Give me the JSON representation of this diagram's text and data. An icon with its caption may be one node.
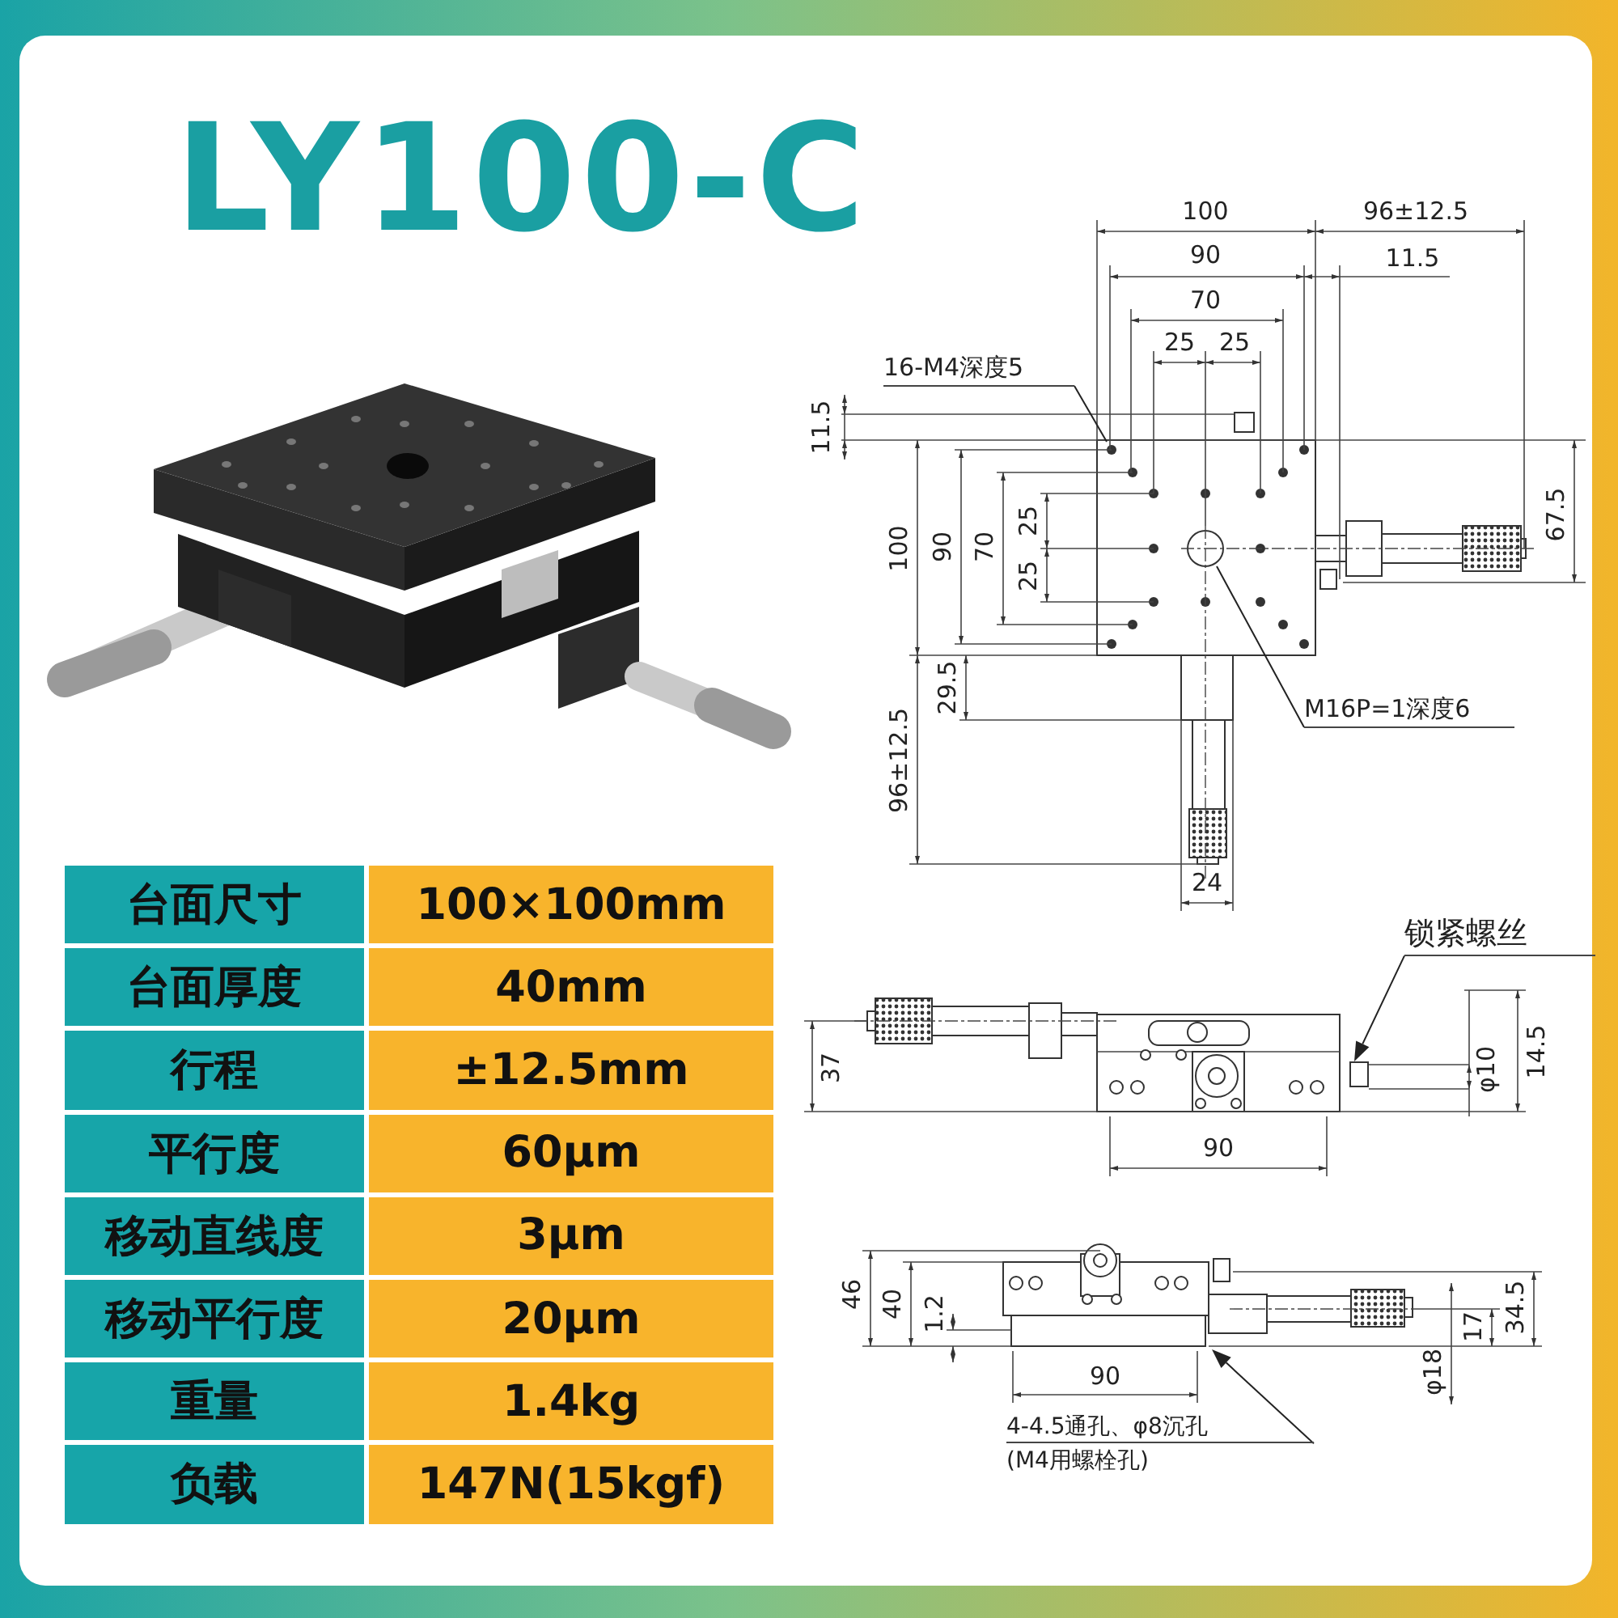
{
  "diagram": {
    "title": "LY100-C",
    "nodes": [
      {
        "text": [
          "16-M4深度5"
        ]
      },
      {
        "text": [
          "M16P=1深度6"
        ]
      },
      {
        "text": [
          "锁紧螺丝"
        ]
      },
      {
        "text": [
          "4-4.5通孔、φ8沉孔",
          "(M4用螺栓孔)"
        ]
      },
      {
        "text": [],
        "shape": "box"
      }
    ],
    "edges": [
      {
        "from": 0,
        "to": null,
        "arrow": "none"
      },
      {
        "from": 1,
        "to": null,
        "arrow": "none"
      },
      {
        "from": 2,
        "to": 4,
        "arrow": "to"
      },
      {
        "from": 3,
        "to": null,
        "arrow": "to"
      }
    ],
    "labels": [
      "100",
      "96±12.5",
      "90",
      "11.5",
      "70",
      "25",
      "25",
      "11.5",
      "100",
      "90",
      "70",
      "25",
      "67.5",
      "25",
      "29.5",
      "96±12.5",
      "24",
      "37",
      "φ10",
      "14.5",
      "90",
      "46",
      "40",
      "1.2",
      "17",
      "34.5",
      "90",
      "φ18",
      "台面尺寸",
      "100×100mm",
      "台面厚度",
      "40mm",
      "行程",
      "±12.5mm",
      "平行度",
      "60μm",
      "移动直线度",
      "3μm",
      "移动平行度",
      "20μm",
      "重量",
      "1.4kg",
      "负载",
      "147N(15kgf)"
    ]
  }
}
